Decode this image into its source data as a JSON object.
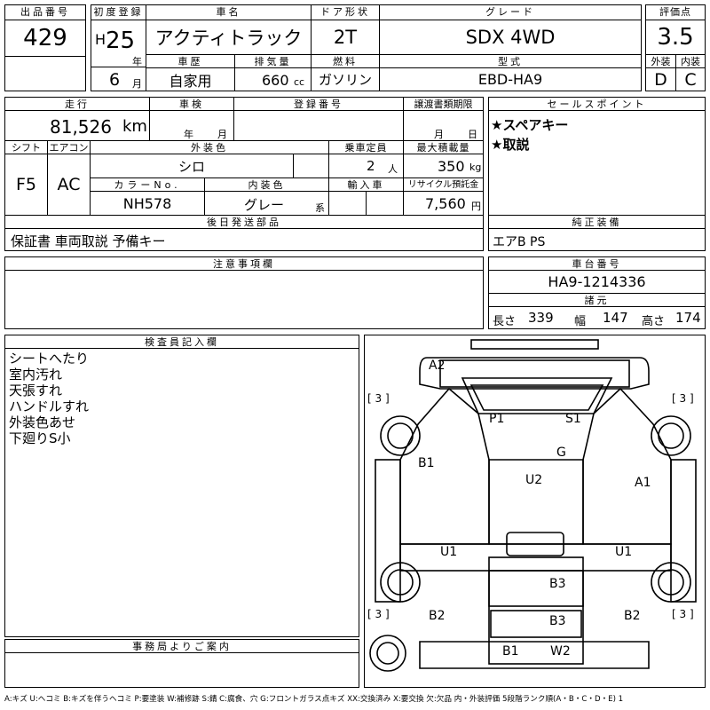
{
  "header": {
    "lot_label": "出品番号",
    "lot": "429",
    "first_reg_label": "初度登録",
    "era": "H",
    "year": "25",
    "year_unit": "年",
    "month": "6",
    "month_unit": "月",
    "name_label": "車名",
    "name": "アクティトラック",
    "doors_label": "ドア形状",
    "doors": "2T",
    "grade_label": "グレード",
    "grade": "SDX 4WD",
    "score_label": "評価点",
    "score": "3.5",
    "history_label": "車歴",
    "history": "自家用",
    "displacement_label": "排気量",
    "displacement": "660",
    "displacement_unit": "cc",
    "fuel_label": "燃料",
    "fuel": "ガソリン",
    "model_label": "型式",
    "model": "EBD-HA9",
    "exterior_label": "外装",
    "exterior": "D",
    "interior_label": "内装",
    "interior": "C"
  },
  "row2": {
    "mileage_label": "走行",
    "mileage": "81,526",
    "mileage_unit": "km",
    "inspection_label": "車検",
    "insp_year": "年",
    "insp_month": "月",
    "plate_label": "登録番号",
    "transfer_label": "譲渡書類期限",
    "transfer_month": "月",
    "transfer_day": "日",
    "shift_label": "シフト",
    "shift": "F5",
    "ac_label": "エアコン",
    "ac": "AC",
    "color_label": "外装色",
    "color": "シロ",
    "capacity_label": "乗車定員",
    "capacity": "2",
    "capacity_unit": "人",
    "load_label": "最大積載量",
    "load": "350",
    "load_unit": "kg",
    "colorno_label": "カラーNo.",
    "colorno": "NH578",
    "intcolor_label": "内装色",
    "intcolor": "グレー",
    "intcolor_unit": "系",
    "import_label": "輸入車",
    "recycle_label": "リサイクル預託金",
    "recycle": "7,560",
    "recycle_unit": "円",
    "later_label": "後日発送部品",
    "later": "保証書 車両取説 予備キー"
  },
  "sales": {
    "label": "セールスポイント",
    "points": [
      "★スペアキー",
      "★取説"
    ]
  },
  "equipment": {
    "label": "純正装備",
    "value": "エアB PS"
  },
  "notes": {
    "label": "注意事項欄"
  },
  "chassis": {
    "label": "車台番号",
    "value": "HA9-1214336",
    "spec_label": "諸元",
    "length_label": "長さ",
    "length": "339",
    "width_label": "幅",
    "width": "147",
    "height_label": "高さ",
    "height": "174"
  },
  "inspector": {
    "label": "検査員記入欄",
    "lines": [
      "シートへたり",
      "室内汚れ",
      "天張すれ",
      "ハンドルすれ",
      "外装色あせ",
      "下廻りS小"
    ]
  },
  "office": {
    "label": "事務局よりご案内"
  },
  "diagram": {
    "marks": [
      "A2",
      "P1",
      "S1",
      "G",
      "B1",
      "U2",
      "A1",
      "U1",
      "U1",
      "B3",
      "B2",
      "B3",
      "B2",
      "B1",
      "W2"
    ],
    "tire": "[ 3 ]"
  },
  "legend": "A:キズ U:ヘコミ B:キズを伴うヘコミ P:要塗装 W:補修跡 S:錆 C:腐食、穴 G:フロントガラス点キズ XX:交換済み X:要交換 欠:欠品 内・外装評価 5段階ランク順(A・B・C・D・E) 1"
}
